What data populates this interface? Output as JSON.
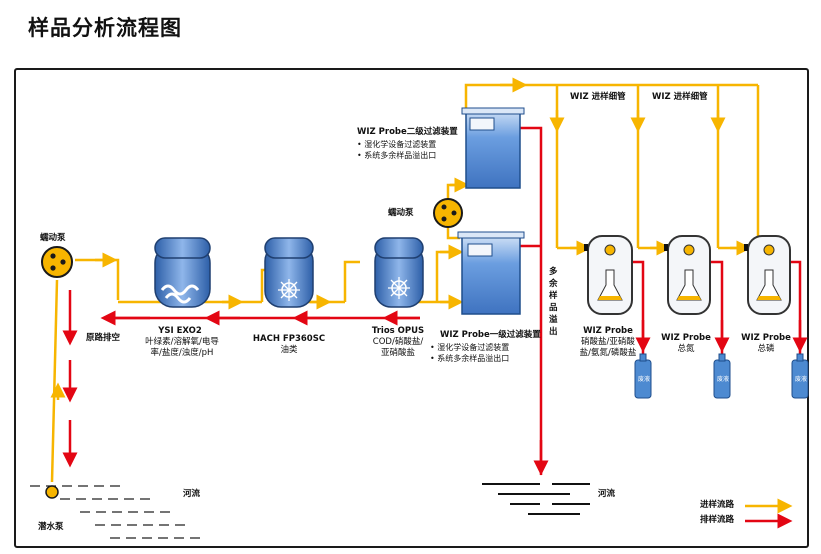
{
  "title": "样品分析流程图",
  "labels": {
    "pump_left": "蠕动泵",
    "pump_mid": "蠕动泵",
    "submersible_pump": "潜水泵",
    "river_left": "河流",
    "river_right": "河流",
    "bypass_drain": "原路排空",
    "surplus_overflow": "多余样品溢出",
    "capillary_1": "WIZ 进样细管",
    "capillary_2": "WIZ 进样细管"
  },
  "instruments": [
    {
      "name": "YSI EXO2",
      "desc": "叶绿素/溶解氧/电导\n率/盐度/浊度/pH"
    },
    {
      "name": "HACH FP360SC",
      "desc": "油类"
    },
    {
      "name": "Trios OPUS",
      "desc": "COD/硝酸盐/\n亚硝酸盐"
    }
  ],
  "filter_secondary": {
    "title": "WIZ Probe二级过滤装置",
    "bullets": [
      "湿化学设备过滤装置",
      "系统多余样品溢出口"
    ]
  },
  "filter_primary": {
    "title": "WIZ Probe一级过滤装置",
    "bullets": [
      "湿化学设备过滤装置",
      "系统多余样品溢出口"
    ]
  },
  "probes": [
    {
      "name": "WIZ Probe",
      "desc": "硝酸盐/亚硝酸\n盐/氨氮/磷酸盐"
    },
    {
      "name": "WIZ Probe",
      "desc": "总氮"
    },
    {
      "name": "WIZ Probe",
      "desc": "总磷"
    }
  ],
  "waste_bottle_label": "废液",
  "legend": {
    "inlet": "进样流路",
    "drain": "排样流路"
  },
  "colors": {
    "inlet": "#f7b500",
    "drain": "#e30613",
    "tank_fill": "#5b8fd6",
    "tank_border": "#1f4e8c",
    "pump": "#f7b500"
  }
}
